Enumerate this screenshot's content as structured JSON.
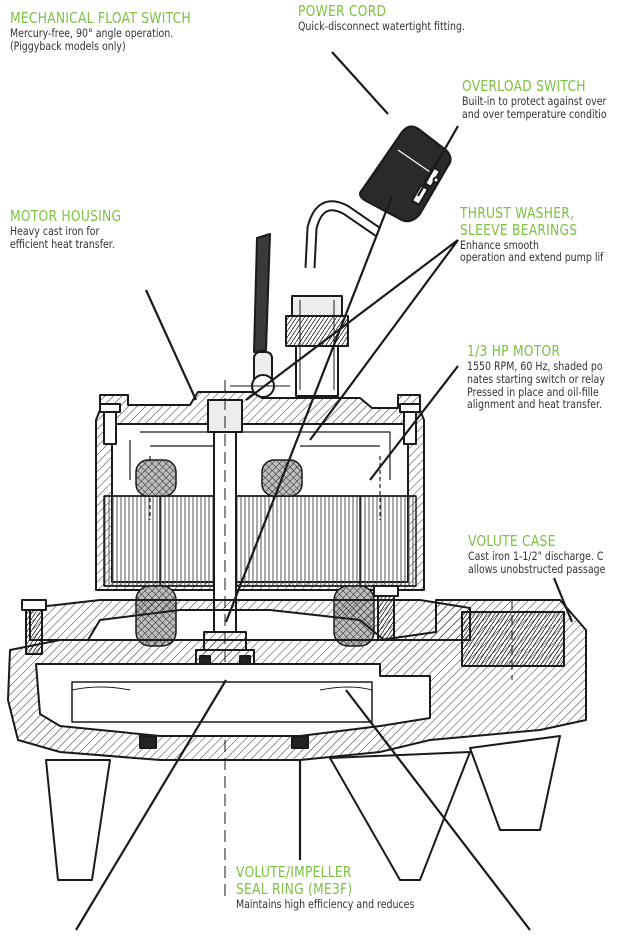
{
  "colors": {
    "title": "#7dc142",
    "text": "#333333",
    "line": "#1a1a1a",
    "winding": "#8a8a8a",
    "cast": "#f4f4f4"
  },
  "callouts": {
    "float_switch": {
      "title": "MECHANICAL FLOAT SWITCH",
      "line1": "Mercury-free, 90° angle operation.",
      "line2": "(Piggyback models only)"
    },
    "power_cord": {
      "title": "POWER CORD",
      "line1": "Quick-disconnect watertight fitting."
    },
    "overload": {
      "title": "OVERLOAD SWITCH",
      "line1": "Built-in to protect against over",
      "line2": "and over temperature conditio"
    },
    "motor_housing": {
      "title": "MOTOR HOUSING",
      "line1": "Heavy cast iron for",
      "line2": "efficient heat transfer."
    },
    "thrust_washer": {
      "title": "THRUST WASHER,",
      "title2": "SLEEVE BEARINGS",
      "line1": "Enhance smooth",
      "line2": "operation and extend pump lif"
    },
    "motor": {
      "title": "1/3 HP MOTOR",
      "line1": "1550 RPM, 60 Hz, shaded po",
      "line2": "nates starting switch or relay",
      "line3": "Pressed in place and oil-fille",
      "line4": "alignment and heat transfer."
    },
    "volute_case": {
      "title": "VOLUTE CASE",
      "line1": "Cast iron 1-1/2\" discharge. C",
      "line2": "allows unobstructed passage"
    },
    "seal_ring": {
      "title": "VOLUTE/IMPELLER",
      "title2": "SEAL RING (ME3F)",
      "line1": "Maintains high efficiency and reduces"
    }
  }
}
